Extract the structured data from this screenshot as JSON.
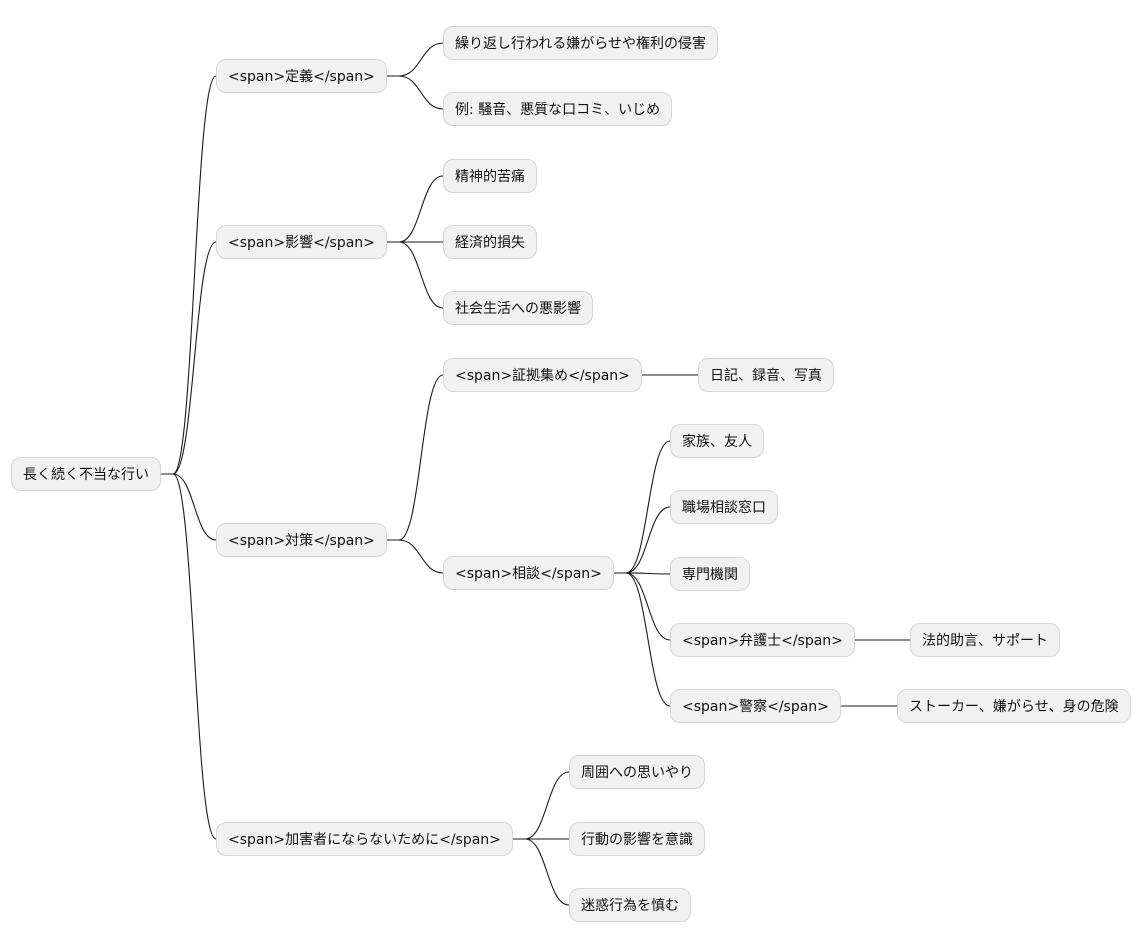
{
  "mindmap": {
    "root": "長く続く不当な行い",
    "branches": [
      {
        "label": "<span>定義</span>",
        "children": [
          {
            "label": "繰り返し行われる嫌がらせや権利の侵害"
          },
          {
            "label": "例: 騒音、悪質な口コミ、いじめ"
          }
        ]
      },
      {
        "label": "<span>影響</span>",
        "children": [
          {
            "label": "精神的苦痛"
          },
          {
            "label": "経済的損失"
          },
          {
            "label": "社会生活への悪影響"
          }
        ]
      },
      {
        "label": "<span>対策</span>",
        "children": [
          {
            "label": "<span>証拠集め</span>",
            "children": [
              {
                "label": "日記、録音、写真"
              }
            ]
          },
          {
            "label": "<span>相談</span>",
            "children": [
              {
                "label": "家族、友人"
              },
              {
                "label": "職場相談窓口"
              },
              {
                "label": "専門機関"
              },
              {
                "label": "<span>弁護士</span>",
                "children": [
                  {
                    "label": "法的助言、サポート"
                  }
                ]
              },
              {
                "label": "<span>警察</span>",
                "children": [
                  {
                    "label": "ストーカー、嫌がらせ、身の危険"
                  }
                ]
              }
            ]
          }
        ]
      },
      {
        "label": "<span>加害者にならないために</span>",
        "children": [
          {
            "label": "周囲への思いやり"
          },
          {
            "label": "行動の影響を意識"
          },
          {
            "label": "迷惑行為を慎む"
          }
        ]
      }
    ]
  }
}
